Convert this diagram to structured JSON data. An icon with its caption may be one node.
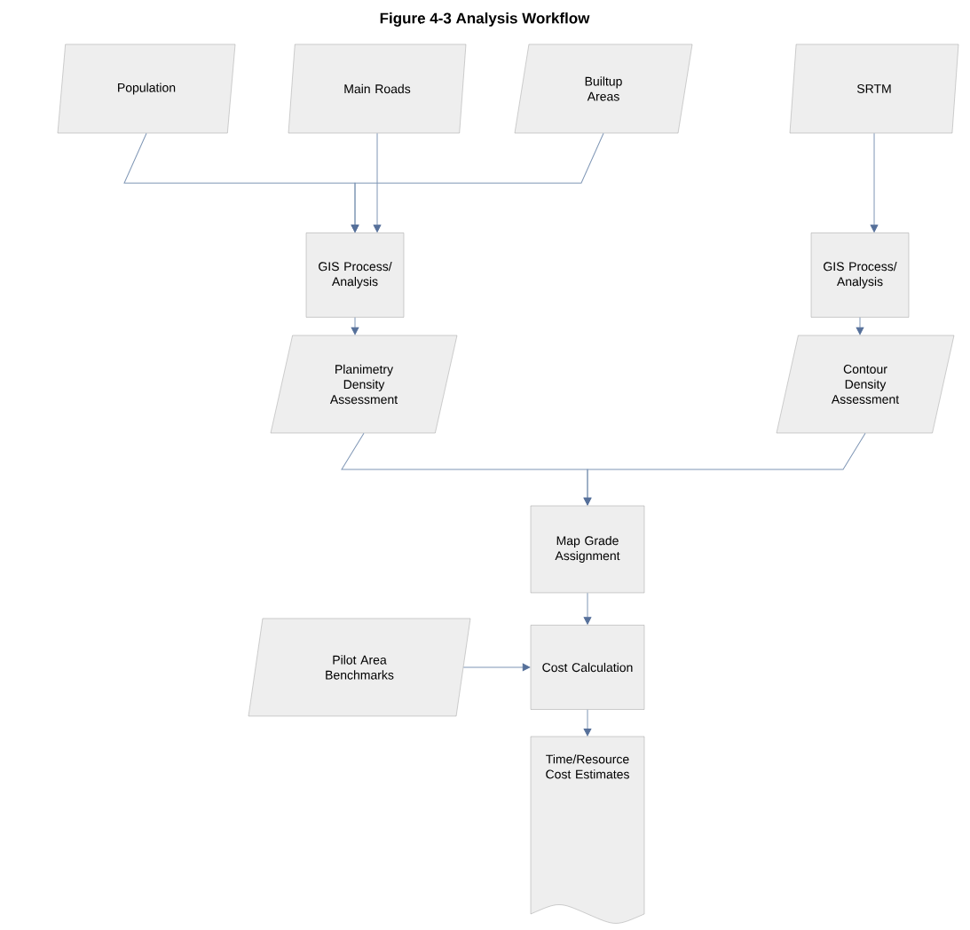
{
  "diagram": {
    "title": "Figure 4-3 Analysis Workflow",
    "nodes": [
      {
        "text": [
          "Population"
        ]
      },
      {
        "text": [
          "Main Roads"
        ]
      },
      {
        "text": [
          "Builtup Areas"
        ]
      },
      {
        "text": [
          "SRTM"
        ]
      },
      {
        "text": [
          "GIS Process/ Analysis"
        ]
      },
      {
        "text": [
          "GIS Process/ Analysis"
        ]
      },
      {
        "text": [
          "Planimetry Density Assessment"
        ]
      },
      {
        "text": [
          "Contour Density Assessment"
        ]
      },
      {
        "text": [
          "Map Grade Assignment"
        ]
      },
      {
        "text": [
          "Cost Calculation"
        ]
      },
      {
        "text": [
          "Pilot Area Benchmarks"
        ]
      },
      {
        "text": [
          "Time/Resource Cost Estimates"
        ]
      }
    ],
    "edges": [
      {
        "from": 0,
        "to": 4,
        "arrow": "to"
      },
      {
        "from": 1,
        "to": 4,
        "arrow": "to"
      },
      {
        "from": 2,
        "to": 4,
        "arrow": "to"
      },
      {
        "from": 3,
        "to": 5,
        "arrow": "to"
      },
      {
        "from": 4,
        "to": 6,
        "arrow": "to"
      },
      {
        "from": 5,
        "to": 7,
        "arrow": "to"
      },
      {
        "from": 6,
        "to": 8,
        "arrow": "to"
      },
      {
        "from": 7,
        "to": 8,
        "arrow": "to"
      },
      {
        "from": 8,
        "to": 9,
        "arrow": "to"
      },
      {
        "from": 10,
        "to": 9,
        "arrow": "to"
      },
      {
        "from": 9,
        "to": 11,
        "arrow": "to"
      }
    ]
  }
}
